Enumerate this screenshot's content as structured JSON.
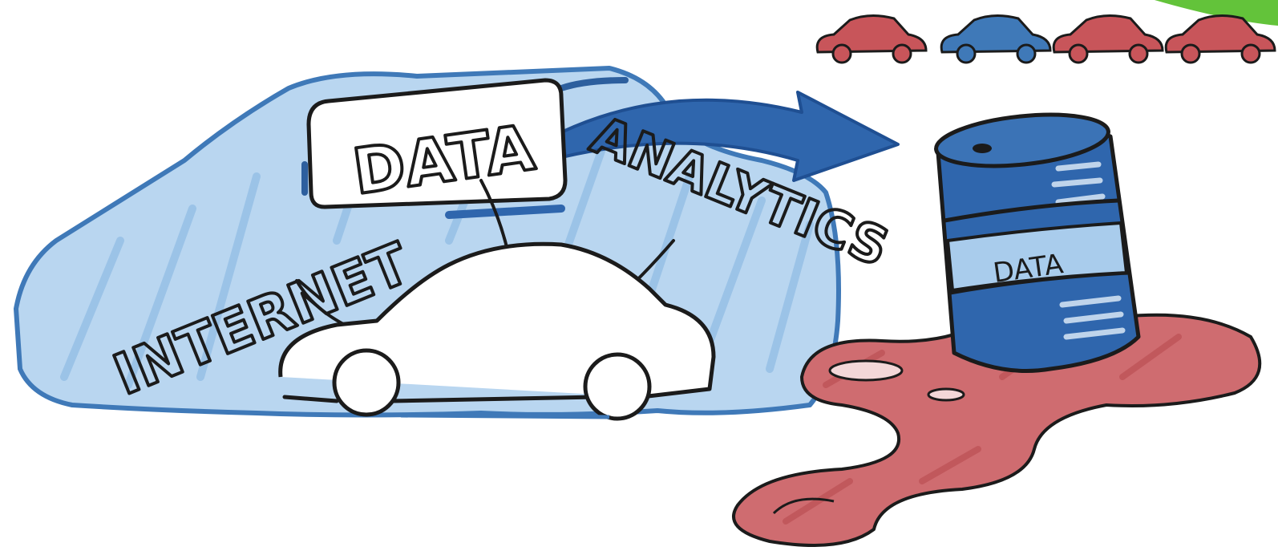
{
  "colors": {
    "light_blue": "#a9ccec",
    "mid_blue": "#3f79b8",
    "dark_blue": "#1f4f92",
    "red": "#c8555a",
    "red_light": "#e5aeb0",
    "green_accent": "#63c33a",
    "ink": "#1b1b1b"
  },
  "labels": {
    "data_box": "DATA",
    "internet": "INTERNET",
    "analytics": "ANALYTICS",
    "barrel": "DATA"
  },
  "icons": {
    "car_fleet": [
      "car-red-icon",
      "car-blue-icon",
      "car-red-icon",
      "car-red-icon"
    ],
    "central_car": "car-outline-icon",
    "barrel": "oil-barrel-icon",
    "arrow": "curved-arrow-icon",
    "spill": "oil-spill-icon"
  }
}
